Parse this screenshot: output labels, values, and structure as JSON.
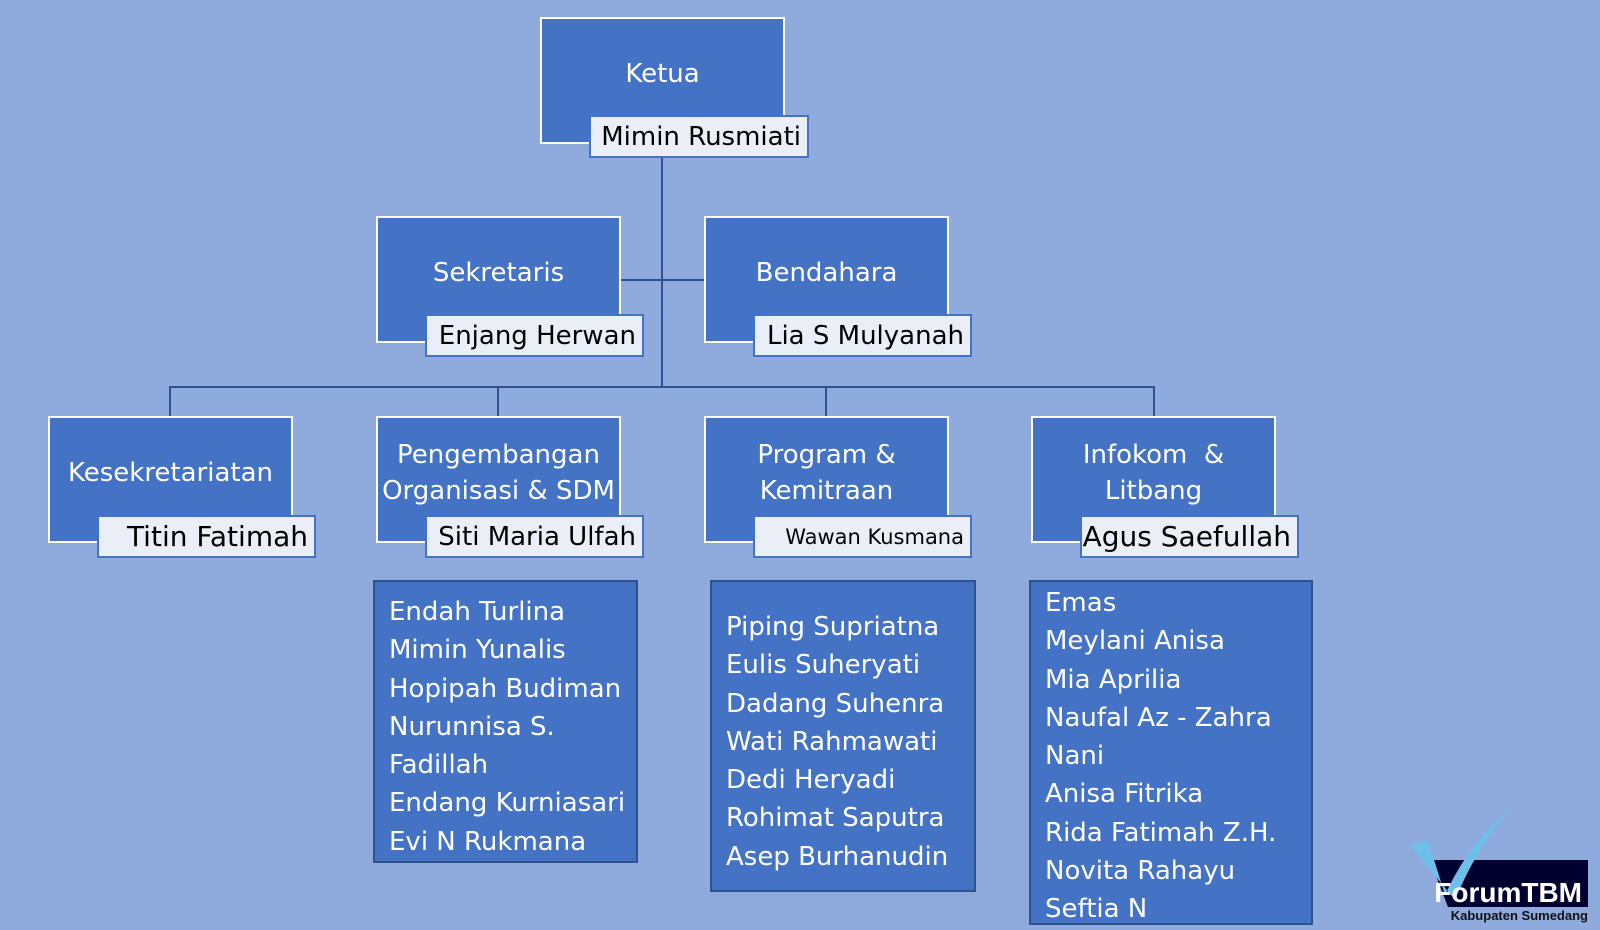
{
  "ketua": {
    "title": "Ketua",
    "name": "Mimin Rusmiati"
  },
  "sekretaris": {
    "title": "Sekretaris",
    "name": "Enjang Herwan"
  },
  "bendahara": {
    "title": "Bendahara",
    "name": "Lia S Mulyanah"
  },
  "divisions": [
    {
      "title": "Kesekretariatan",
      "name": "Titin Fatimah"
    },
    {
      "title": "Pengembangan Organisasi & SDM",
      "name": "Siti Maria Ulfah"
    },
    {
      "title": "Program & Kemitraan",
      "name": "Wawan Kusmana"
    },
    {
      "title": "Infokom  & Litbang",
      "name": "Agus Saefullah"
    }
  ],
  "members": {
    "sdm": [
      "Endah Turlina",
      "Mimin Yunalis",
      "Hopipah Budiman",
      "Nurunnisa S.",
      "Fadillah",
      "Endang Kurniasari",
      "Evi N Rukmana"
    ],
    "program": [
      "Piping Supriatna",
      "Eulis Suheryati",
      "Dadang Suhenra",
      "Wati Rahmawati",
      "Dedi Heryadi",
      "Rohimat Saputra",
      "Asep Burhanudin"
    ],
    "infokom": [
      "Emas",
      "Meylani Anisa",
      "Mia Aprilia",
      "Naufal Az - Zahra",
      "Nani",
      "Anisa Fitrika",
      "Rida Fatimah Z.H.",
      "Novita Rahayu",
      "Seftia N"
    ]
  },
  "logo": {
    "name": "ForumTBM",
    "sub": "Kabupaten Sumedang"
  }
}
